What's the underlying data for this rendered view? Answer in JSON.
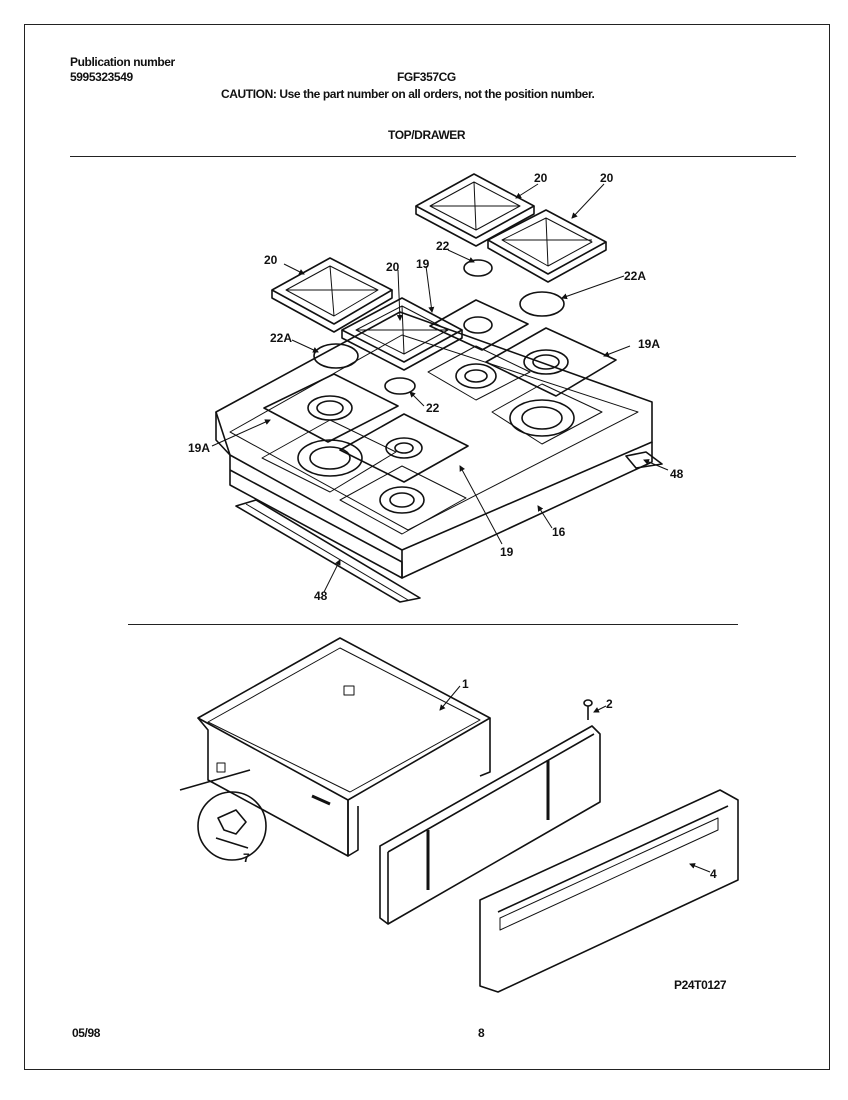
{
  "header": {
    "publication_label": "Publication number",
    "publication_number": "5995323549",
    "model": "FGF357CG",
    "caution": "CAUTION:  Use the part number on all orders, not the position number.",
    "section_title": "TOP/DRAWER"
  },
  "callouts": {
    "grate": "20",
    "gasket": "19",
    "gasket_a": "19A",
    "cap": "22",
    "cap_a": "22A",
    "top": "16",
    "trim": "48",
    "drawer": "1",
    "screw": "2",
    "drawer_front": "4",
    "roller": "7"
  },
  "footer": {
    "date": "05/98",
    "page": "8",
    "diagram_code": "P24T0127"
  }
}
